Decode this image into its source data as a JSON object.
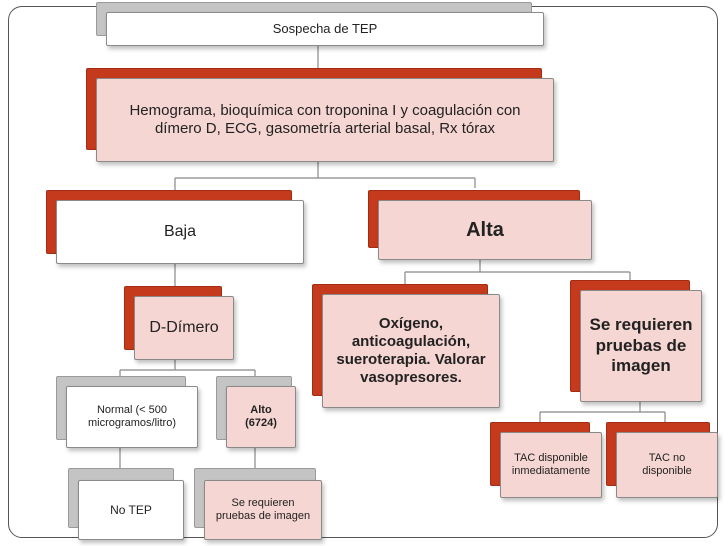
{
  "nodes": {
    "suspicion": "Sospecha de TEP",
    "initial_tests": "Hemograma, bioquímica con troponina I y coagulación con dímero D, ECG, gasometría arterial basal,  Rx tórax",
    "low": "Baja",
    "high": "Alta",
    "ddimer": "D-Dímero",
    "treatment": "Oxígeno, anticoagulación, sueroterapia. Valorar vasopresores.",
    "imaging_needed": "Se requieren pruebas de imagen",
    "normal": "Normal (< 500 microgramos/litro)",
    "high_value": "Alto (6724)",
    "ct_available": "TAC disponible inmediatamente",
    "ct_unavailable": "TAC no disponible",
    "no_pe": "No TEP",
    "imaging_required_small": "Se requieren pruebas de imagen"
  },
  "colors": {
    "accent_red": "#c53a1c",
    "light_pink": "#f6d6d2",
    "gray_back": "#c4c4c4",
    "connector": "#888888"
  }
}
